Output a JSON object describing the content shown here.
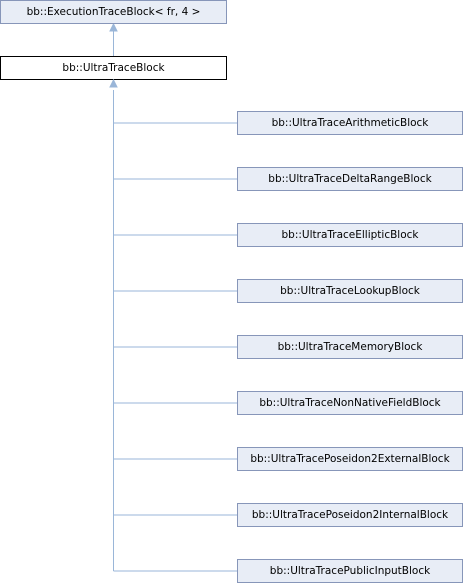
{
  "base_class": {
    "label": "bb::ExecutionTraceBlock< fr, 4 >"
  },
  "current_class": {
    "label": "bb::UltraTraceBlock"
  },
  "derived_classes": [
    {
      "id": "arithmetic",
      "label": "bb::UltraTraceArithmeticBlock"
    },
    {
      "id": "delta-range",
      "label": "bb::UltraTraceDeltaRangeBlock"
    },
    {
      "id": "elliptic",
      "label": "bb::UltraTraceEllipticBlock"
    },
    {
      "id": "lookup",
      "label": "bb::UltraTraceLookupBlock"
    },
    {
      "id": "memory",
      "label": "bb::UltraTraceMemoryBlock"
    },
    {
      "id": "non-native-field",
      "label": "bb::UltraTraceNonNativeFieldBlock"
    },
    {
      "id": "poseidon2-external",
      "label": "bb::UltraTracePoseidon2ExternalBlock"
    },
    {
      "id": "poseidon2-internal",
      "label": "bb::UltraTracePoseidon2InternalBlock"
    },
    {
      "id": "public-input",
      "label": "bb::UltraTracePublicInputBlock"
    }
  ],
  "colors": {
    "node_fill": "#e8edf6",
    "node_border": "#8796b9",
    "current_border": "#000000",
    "edge": "#9ab6d8"
  }
}
